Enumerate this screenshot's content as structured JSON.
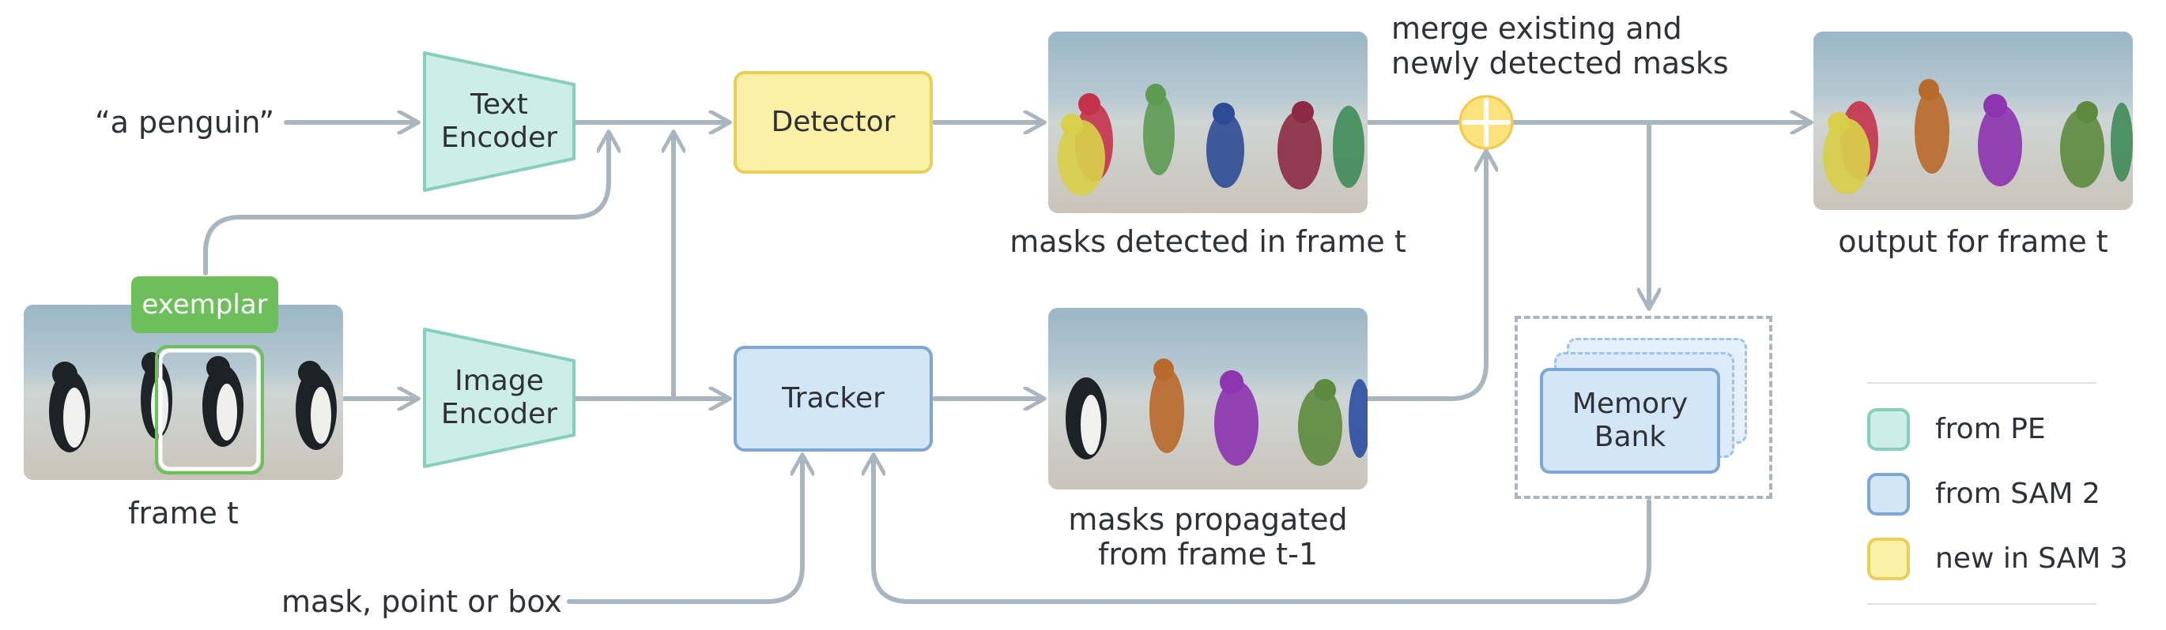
{
  "inputs": {
    "text_prompt": "“a penguin”",
    "frame": "frame t",
    "exemplar": "exemplar",
    "prompts": "mask, point or box"
  },
  "modules": {
    "text_encoder": [
      "Text",
      "Encoder"
    ],
    "image_encoder": [
      "Image",
      "Encoder"
    ],
    "detector": "Detector",
    "tracker": "Tracker",
    "memory_bank": [
      "Memory",
      "Bank"
    ]
  },
  "captions": {
    "detected": "masks detected in frame t",
    "propagated": [
      "masks propagated",
      "from frame t-1"
    ],
    "merge": [
      "merge existing and",
      "newly detected masks"
    ],
    "output": "output for frame t"
  },
  "legend": [
    {
      "label": "from PE",
      "color": "#cdeee6",
      "border": "#86cfbd"
    },
    {
      "label": "from SAM 2",
      "color": "#d3e6f8",
      "border": "#7ea6d3"
    },
    {
      "label": "new in SAM 3",
      "color": "#fcefa6",
      "border": "#e9cf58"
    }
  ],
  "colors": {
    "arrow": "#a9b6bf",
    "exemplar_green": "#6cbf5a",
    "merge_yellow": "#fbe27a"
  }
}
